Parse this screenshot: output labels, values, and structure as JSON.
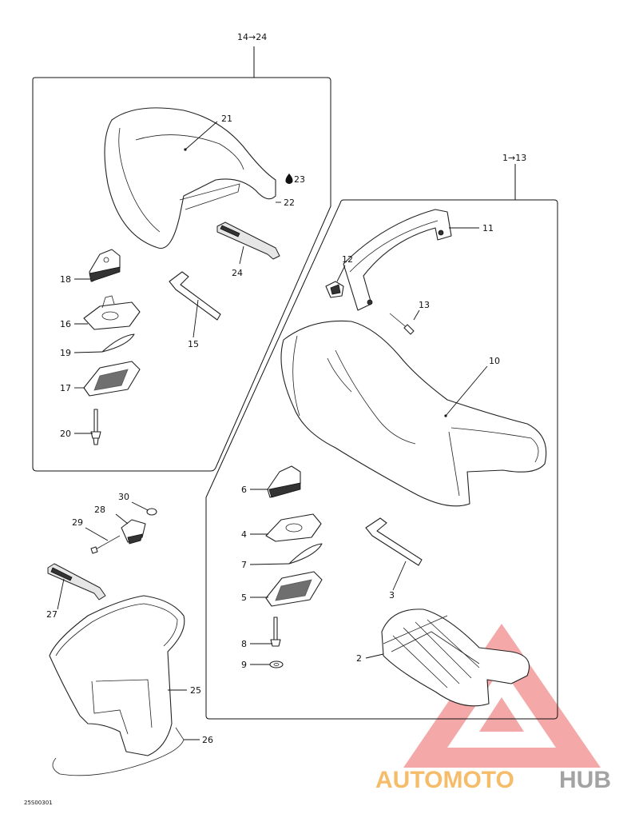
{
  "diagram": {
    "group_labels": {
      "rear_group": "14→24",
      "front_group": "1→13"
    },
    "drawing_code": "25S00301",
    "callouts": [
      {
        "id": "c1",
        "text": "21"
      },
      {
        "id": "c2",
        "text": "23"
      },
      {
        "id": "c3",
        "text": "22"
      },
      {
        "id": "c4",
        "text": "24"
      },
      {
        "id": "c5",
        "text": "18"
      },
      {
        "id": "c6",
        "text": "16"
      },
      {
        "id": "c7",
        "text": "15"
      },
      {
        "id": "c8",
        "text": "19"
      },
      {
        "id": "c9",
        "text": "17"
      },
      {
        "id": "c10",
        "text": "20"
      },
      {
        "id": "c11",
        "text": "11"
      },
      {
        "id": "c12",
        "text": "12"
      },
      {
        "id": "c13",
        "text": "13"
      },
      {
        "id": "c14",
        "text": "10"
      },
      {
        "id": "c15",
        "text": "6"
      },
      {
        "id": "c16",
        "text": "4"
      },
      {
        "id": "c17",
        "text": "7"
      },
      {
        "id": "c18",
        "text": "5"
      },
      {
        "id": "c19",
        "text": "3"
      },
      {
        "id": "c20",
        "text": "8"
      },
      {
        "id": "c21",
        "text": "9"
      },
      {
        "id": "c22",
        "text": "2"
      },
      {
        "id": "c23",
        "text": "30"
      },
      {
        "id": "c24",
        "text": "28"
      },
      {
        "id": "c25",
        "text": "29"
      },
      {
        "id": "c26",
        "text": "27"
      },
      {
        "id": "c27",
        "text": "25"
      },
      {
        "id": "c28",
        "text": "26"
      }
    ]
  },
  "watermark": {
    "part1": "AUTOMOTO",
    "part2": "HUB",
    "color_part1": "#f5b55a",
    "color_part2": "#9a9a9a",
    "triangle_color": "#e84545"
  },
  "colors": {
    "line": "#111111",
    "background": "#ffffff"
  }
}
